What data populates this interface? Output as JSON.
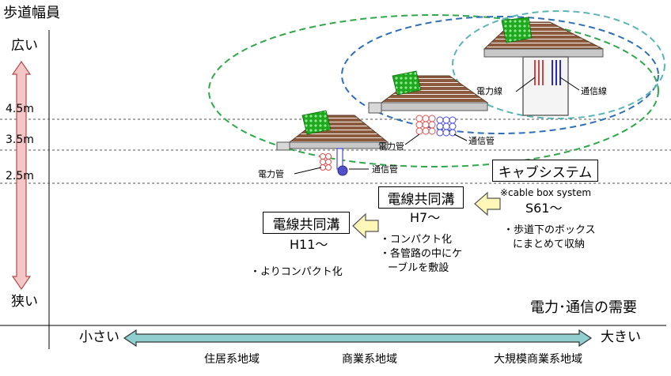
{
  "axis": {
    "y_title": "歩道幅員",
    "y_top": "広い",
    "y_bottom": "狭い",
    "levels": [
      "4.5m",
      "3.5m",
      "2.5m"
    ],
    "x_title": "電力･通信の需要",
    "x_left": "小さい",
    "x_right": "大きい",
    "regions": [
      "住居系地域",
      "商業系地域",
      "大規模商業系地域"
    ]
  },
  "systems": {
    "cab": {
      "title": "キャブシステム",
      "note": "※cable box system",
      "year": "S61～",
      "desc": [
        "・歩道下のボックス",
        "にまとめて収納"
      ]
    },
    "h7": {
      "title": "電線共同溝",
      "year": "H7～",
      "desc": [
        "・コンパクト化",
        "・各管路の中にケ",
        "ーブルを敷設"
      ]
    },
    "h11": {
      "title": "電線共同溝",
      "year": "H11～",
      "desc": [
        "・よりコンパクト化"
      ]
    }
  },
  "labels": {
    "power_cable": "電力線",
    "comm_cable": "通信線",
    "power_pipe_mid": "電力管",
    "comm_pipe_mid": "通信管",
    "power_pipe_small": "電力管",
    "comm_pipe_small": "通信管"
  },
  "colors": {
    "outer_ellipse": "#2ea84a",
    "mid_ellipse": "#2e6fb8",
    "inner_ellipse": "#5bb5b5",
    "arrow_vertical": "#f4c6c6",
    "arrow_horizontal": "#8fcfcf",
    "callout_arrow": "#fff7b8"
  }
}
